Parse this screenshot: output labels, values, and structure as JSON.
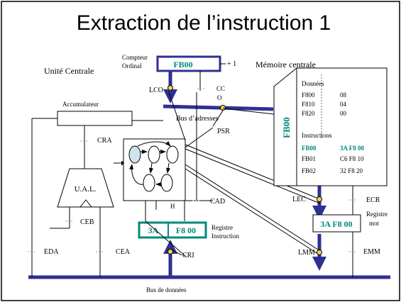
{
  "title": "Extraction de l’instruction 1",
  "labels": {
    "unite_centrale": "Unité Centrale",
    "memoire_centrale": "Mémoire centrale",
    "compteur_ordinal_line1": "Compteur",
    "compteur_ordinal_line2": "Ordinal",
    "co_value": "FB00",
    "plus_one": "+ 1",
    "lco": "LCO",
    "cco_line1": "CC",
    "cco_line2": "O",
    "accumulateur": "Accumulateur",
    "bus_adresses": "Bus d’adresses",
    "psr": "PSR",
    "cra": "CRA",
    "ual": "U.A.L.",
    "ceb": "CEB",
    "eda": "EDA",
    "cea": "CEA",
    "h": "H",
    "cad": "CAD",
    "lec": "LEC",
    "ecr": "ECR",
    "registre_mot_line1": "Registre",
    "registre_mot_line2": "mot",
    "registre_mot_value": "3A F8 00",
    "ri_part1": "3A",
    "ri_part2": "F8 00",
    "registre_instr_line1": "Registre",
    "registre_instr_line2": "Instruction",
    "cri": "CRI",
    "lmm": "LMM",
    "emm": "EMM",
    "bus_donnees": "Bus de données"
  },
  "memory": {
    "vertical_label": "FB00",
    "donnees_header": "Données",
    "instructions_header": "Instructions",
    "data_rows": [
      {
        "addr": "F800",
        "val": "08"
      },
      {
        "addr": "F810",
        "val": "04"
      },
      {
        "addr": "F820",
        "val": "00"
      }
    ],
    "instr_rows": [
      {
        "addr": "FB00",
        "val": "3A F8 00"
      },
      {
        "addr": "FB01",
        "val": "C6 F8 10"
      },
      {
        "addr": "FB02",
        "val": "32 F8 20"
      }
    ]
  },
  "colors": {
    "bus": "#2e3192",
    "teal": "#00897b",
    "sequencer_node": "#cfe3ea",
    "border": "#000000"
  }
}
